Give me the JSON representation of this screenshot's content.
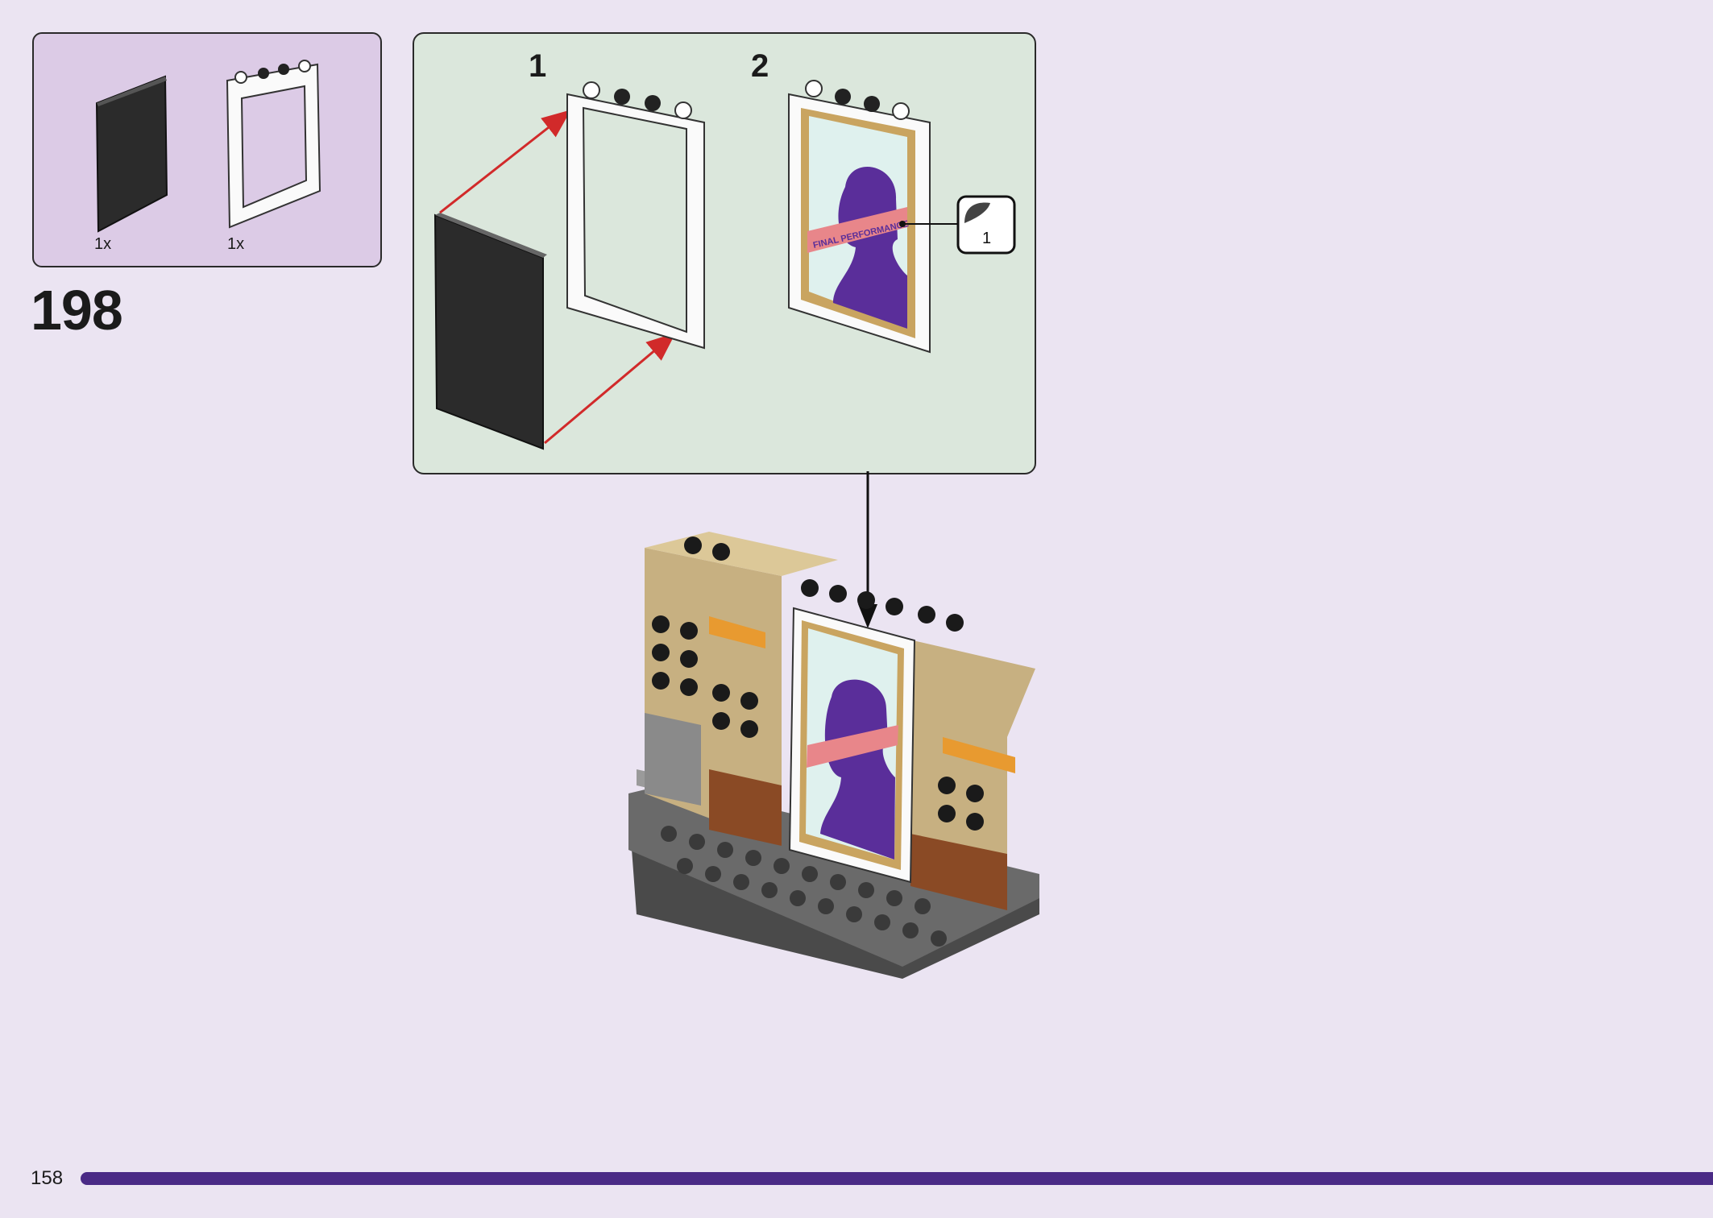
{
  "step": {
    "number": "198"
  },
  "parts_list": [
    {
      "name": "black tile panel",
      "quantity": "1x"
    },
    {
      "name": "white door frame",
      "quantity": "1x"
    }
  ],
  "sub_steps": [
    {
      "number": "1"
    },
    {
      "number": "2"
    }
  ],
  "sticker": {
    "number": "1"
  },
  "poster": {
    "text": "FINAL PERFORMANCE"
  },
  "page": {
    "number": "158",
    "progress": 1.0
  },
  "colors": {
    "background": "#ebe4f2",
    "parts_box": "#dccbe6",
    "substep_box": "#dbe7dc",
    "arrow": "#d12a2a",
    "poster_purple": "#5a2e9a",
    "poster_banner": "#e8868a",
    "progress_bar": "#4a2a86"
  }
}
